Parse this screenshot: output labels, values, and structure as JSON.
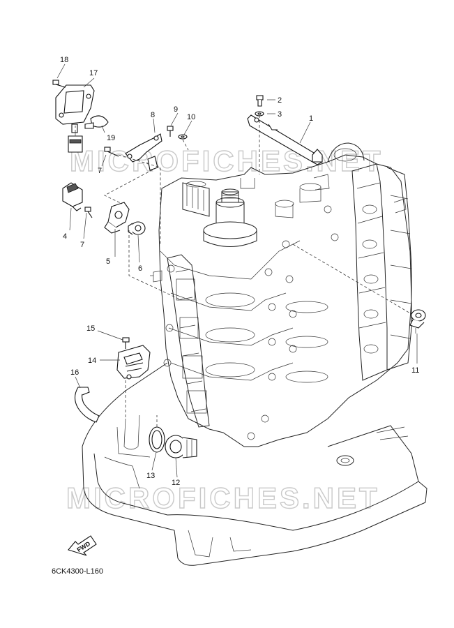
{
  "diagram": {
    "reference_code": "6CK4300-L160",
    "fwd_label": "FWD",
    "watermark": "MICROFICHES.NET",
    "callouts": [
      "1",
      "2",
      "3",
      "4",
      "5",
      "6",
      "7",
      "7",
      "8",
      "9",
      "10",
      "11",
      "12",
      "13",
      "14",
      "15",
      "16",
      "17",
      "18",
      "19"
    ]
  },
  "colors": {
    "line": "#111111",
    "watermark": "#c9c9c9",
    "background": "#ffffff"
  }
}
